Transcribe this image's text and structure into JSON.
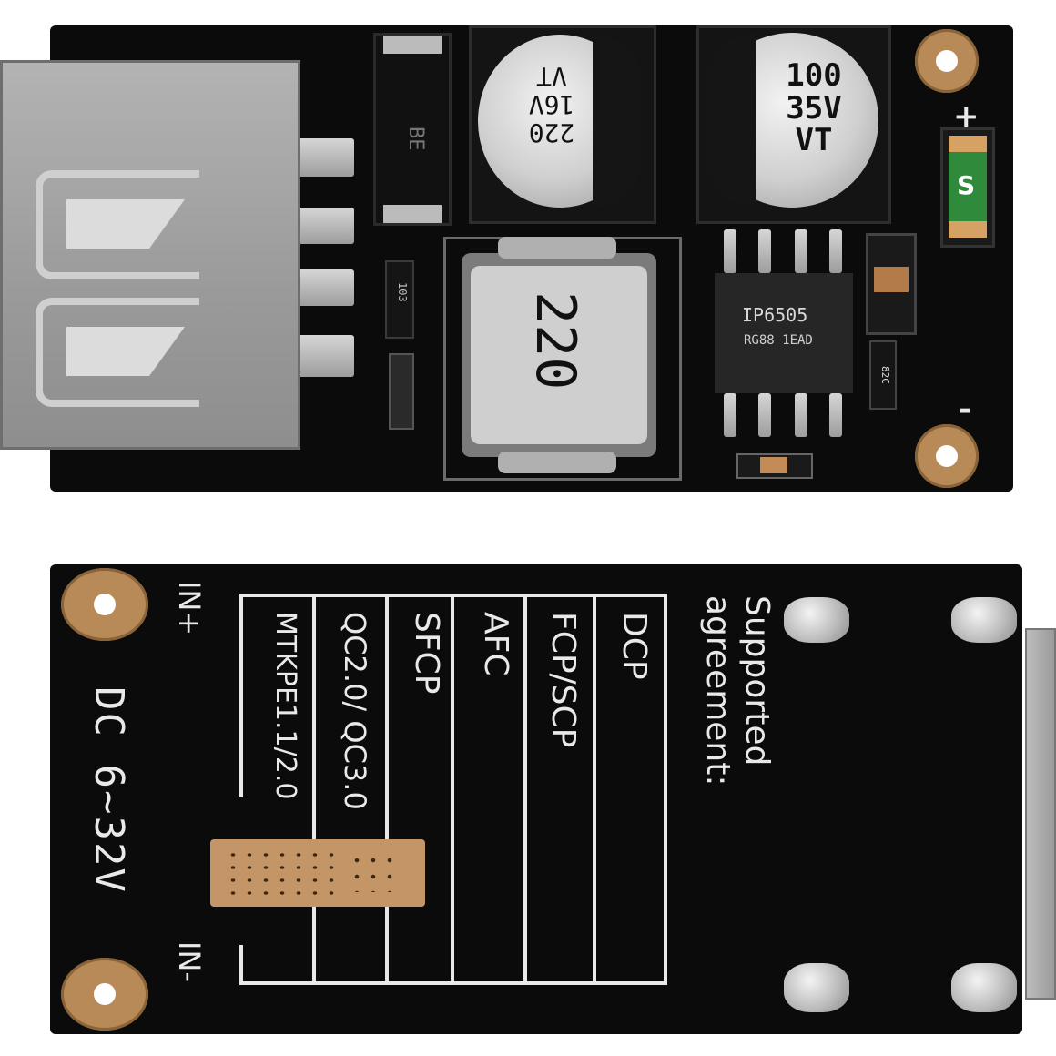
{
  "top_board": {
    "diode_marking": "BE",
    "cap1_lines": [
      "220",
      "16V",
      "VT"
    ],
    "cap2_lines": [
      "100",
      "35V",
      "VT"
    ],
    "inductor_marking": "220",
    "resistor_marking": "103",
    "chip_line1": "IP6505",
    "chip_line2": "RG88 1EAD",
    "small_resistor_marking": "82C",
    "fuse_marking": "S",
    "plus_label": "+",
    "minus_label": "-"
  },
  "bottom_board": {
    "in_plus": "IN+",
    "in_minus": "IN-",
    "voltage": "DC 6~32V",
    "supported_title": "Supported agreement:",
    "protocols": [
      "DCP",
      "FCP/SCP",
      "AFC",
      "SFCP",
      "QC2.0/ QC3.0",
      "MTKPE1.1/2.0"
    ]
  }
}
